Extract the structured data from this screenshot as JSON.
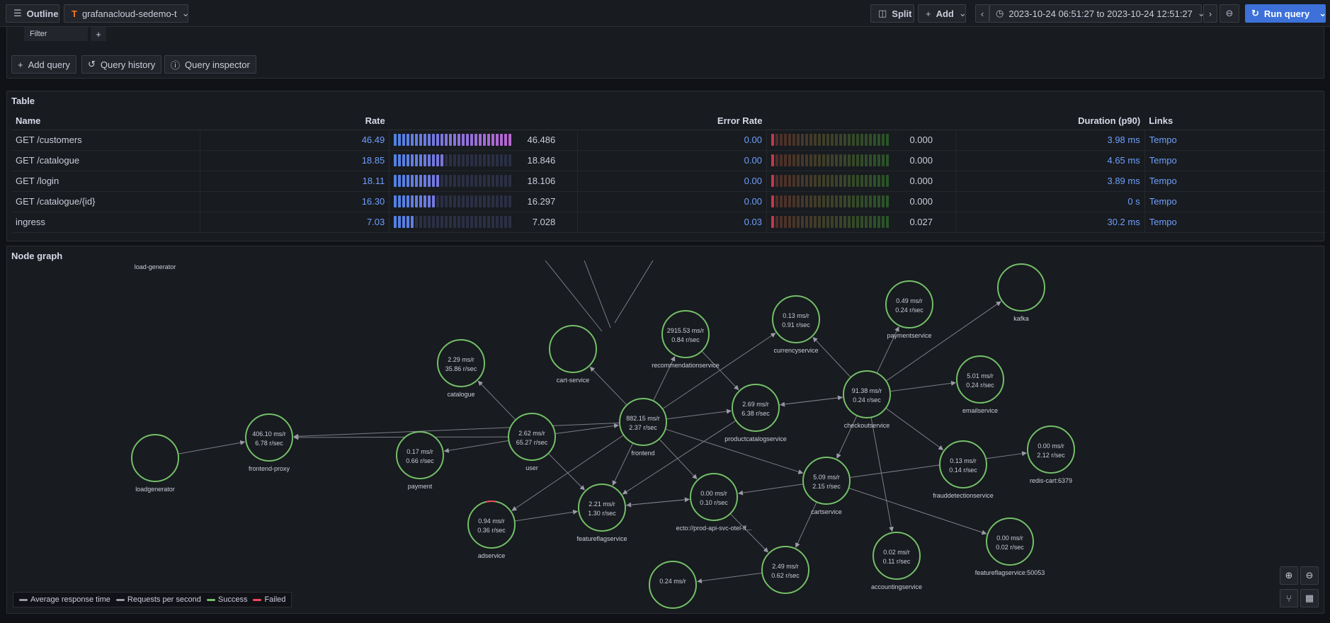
{
  "topbar": {
    "outline_label": "Outline",
    "datasource": "grafanacloud-sedemo-t",
    "split_label": "Split",
    "add_label": "Add",
    "time_range": "2023-10-24 06:51:27 to 2023-10-24 12:51:27",
    "run_query_label": "Run query"
  },
  "query": {
    "filter_label": "Filter",
    "add_query_label": "Add query",
    "query_history_label": "Query history",
    "query_inspector_label": "Query inspector"
  },
  "table": {
    "title": "Table",
    "headers": [
      "Name",
      "Rate",
      "Error Rate",
      "Duration (p90)",
      "Links"
    ],
    "rows": [
      {
        "name": "GET /customers",
        "rate": "46.49",
        "rate_gauge": "46.486",
        "rate_fill": 1.0,
        "error": "0.00",
        "error_gauge": "0.000",
        "error_fill": 0.0,
        "duration": "3.98 ms",
        "link": "Tempo"
      },
      {
        "name": "GET /catalogue",
        "rate": "18.85",
        "rate_gauge": "18.846",
        "rate_fill": 0.405,
        "error": "0.00",
        "error_gauge": "0.000",
        "error_fill": 0.0,
        "duration": "4.65 ms",
        "link": "Tempo"
      },
      {
        "name": "GET /login",
        "rate": "18.11",
        "rate_gauge": "18.106",
        "rate_fill": 0.39,
        "error": "0.00",
        "error_gauge": "0.000",
        "error_fill": 0.0,
        "duration": "3.89 ms",
        "link": "Tempo"
      },
      {
        "name": "GET /catalogue/{id}",
        "rate": "16.30",
        "rate_gauge": "16.297",
        "rate_fill": 0.35,
        "error": "0.00",
        "error_gauge": "0.000",
        "error_fill": 0.0,
        "duration": "0 s",
        "link": "Tempo"
      },
      {
        "name": "ingress",
        "rate": "7.03",
        "rate_gauge": "7.028",
        "rate_fill": 0.151,
        "error": "0.03",
        "error_gauge": "0.027",
        "error_fill": 0.0,
        "duration": "30.2 ms",
        "link": "Tempo"
      }
    ]
  },
  "node_graph": {
    "title": "Node graph",
    "nodes": [
      {
        "id": "load-generator",
        "name": "load-generator",
        "l1": "",
        "l2": ""
      },
      {
        "id": "loadgenerator",
        "name": "loadgenerator",
        "l1": "",
        "l2": ""
      },
      {
        "id": "frontend-proxy",
        "name": "frontend-proxy",
        "l1": "406.10 ms/r",
        "l2": "6.78 r/sec"
      },
      {
        "id": "payment",
        "name": "payment",
        "l1": "0.17 ms/r",
        "l2": "0.66 r/sec"
      },
      {
        "id": "catalogue",
        "name": "catalogue",
        "l1": "2.29 ms/r",
        "l2": "35.86 r/sec"
      },
      {
        "id": "user",
        "name": "user",
        "l1": "2.62 ms/r",
        "l2": "65.27 r/sec"
      },
      {
        "id": "cart-service",
        "name": "cart-service",
        "l1": "",
        "l2": ""
      },
      {
        "id": "frontend",
        "name": "frontend",
        "l1": "882.15 ms/r",
        "l2": "2.37 r/sec"
      },
      {
        "id": "recommendationservice",
        "name": "recommendationservice",
        "l1": "2915.53 ms/r",
        "l2": "0.84 r/sec"
      },
      {
        "id": "currencyservice",
        "name": "currencyservice",
        "l1": "0.13 ms/r",
        "l2": "0.91 r/sec"
      },
      {
        "id": "paymentservice",
        "name": "paymentservice",
        "l1": "0.49 ms/r",
        "l2": "0.24 r/sec"
      },
      {
        "id": "kafka",
        "name": "kafka",
        "l1": "",
        "l2": ""
      },
      {
        "id": "productcatalogservice",
        "name": "productcatalogservice",
        "l1": "2.69 ms/r",
        "l2": "6.38 r/sec"
      },
      {
        "id": "checkoutservice",
        "name": "checkoutservice",
        "l1": "91.38 ms/r",
        "l2": "0.24 r/sec"
      },
      {
        "id": "emailservice",
        "name": "emailservice",
        "l1": "5.01 ms/r",
        "l2": "0.24 r/sec"
      },
      {
        "id": "frauddetectionservice",
        "name": "frauddetectionservice",
        "l1": "0.13 ms/r",
        "l2": "0.14 r/sec"
      },
      {
        "id": "redis-cart",
        "name": "redis-cart:6379",
        "l1": "0.00 ms/r",
        "l2": "2.12 r/sec"
      },
      {
        "id": "cartservice",
        "name": "cartservice",
        "l1": "5.09 ms/r",
        "l2": "2.15 r/sec"
      },
      {
        "id": "ecto",
        "name": "ecto://prod-api-svc-otel-ff...",
        "l1": "0.00 ms/r",
        "l2": "0.10 r/sec"
      },
      {
        "id": "featureflagservice",
        "name": "featureflagservice",
        "l1": "2.21 ms/r",
        "l2": "1.30 r/sec"
      },
      {
        "id": "adservice",
        "name": "adservice",
        "l1": "0.94 ms/r",
        "l2": "0.36 r/sec"
      },
      {
        "id": "featureflag50053",
        "name": "featureflagservice:50053",
        "l1": "0.00 ms/r",
        "l2": "0.02 r/sec"
      },
      {
        "id": "accountingservice",
        "name": "accountingservice",
        "l1": "0.02 ms/r",
        "l2": "0.11 r/sec"
      },
      {
        "id": "unnamed1",
        "name": "",
        "l1": "2.49 ms/r",
        "l2": "0.62 r/sec"
      },
      {
        "id": "unnamed2",
        "name": "",
        "l1": "0.24 ms/r",
        "l2": ""
      }
    ],
    "legend": [
      "Average response time",
      "Requests per second",
      "Success",
      "Failed"
    ]
  },
  "colors": {
    "success": "#73bf69",
    "failed": "#f2495c",
    "accent": "#6e9fff",
    "primary": "#3d71d9"
  }
}
